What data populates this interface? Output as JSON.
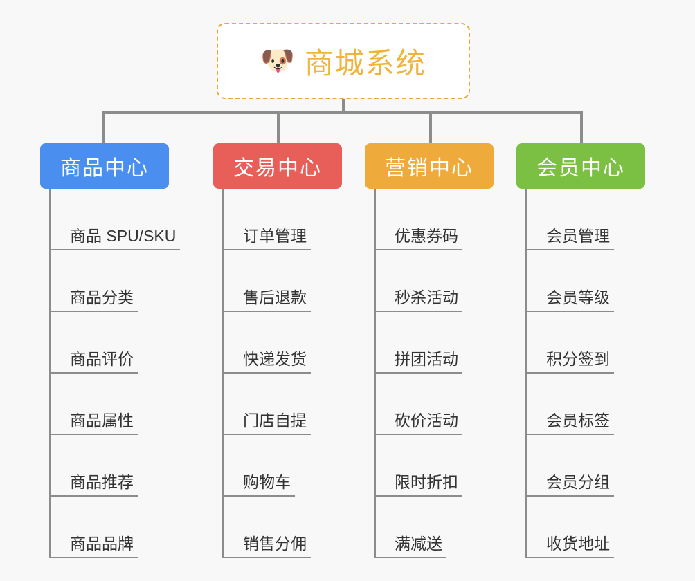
{
  "page": {
    "background_color": "#f8f8f8",
    "type": "mindmap"
  },
  "root": {
    "icon": "dog-face-emoji",
    "emoji": "🐶",
    "title": "商城系统",
    "text_color": "#f0b43c",
    "border_color": "#e8a838",
    "background_color": "#ffffff"
  },
  "branches": [
    {
      "id": "product-center",
      "label": "商品中心",
      "color": "#4a8ef0",
      "items": [
        "商品 SPU/SKU",
        "商品分类",
        "商品评价",
        "商品属性",
        "商品推荐",
        "商品品牌"
      ]
    },
    {
      "id": "trade-center",
      "label": "交易中心",
      "color": "#e85f5a",
      "items": [
        "订单管理",
        "售后退款",
        "快递发货",
        "门店自提",
        "购物车",
        "销售分佣"
      ]
    },
    {
      "id": "marketing-center",
      "label": "营销中心",
      "color": "#eeab3c",
      "items": [
        "优惠券码",
        "秒杀活动",
        "拼团活动",
        "砍价活动",
        "限时折扣",
        "满减送"
      ]
    },
    {
      "id": "member-center",
      "label": "会员中心",
      "color": "#7bc043",
      "items": [
        "会员管理",
        "会员等级",
        "积分签到",
        "会员标签",
        "会员分组",
        "收货地址"
      ]
    }
  ]
}
